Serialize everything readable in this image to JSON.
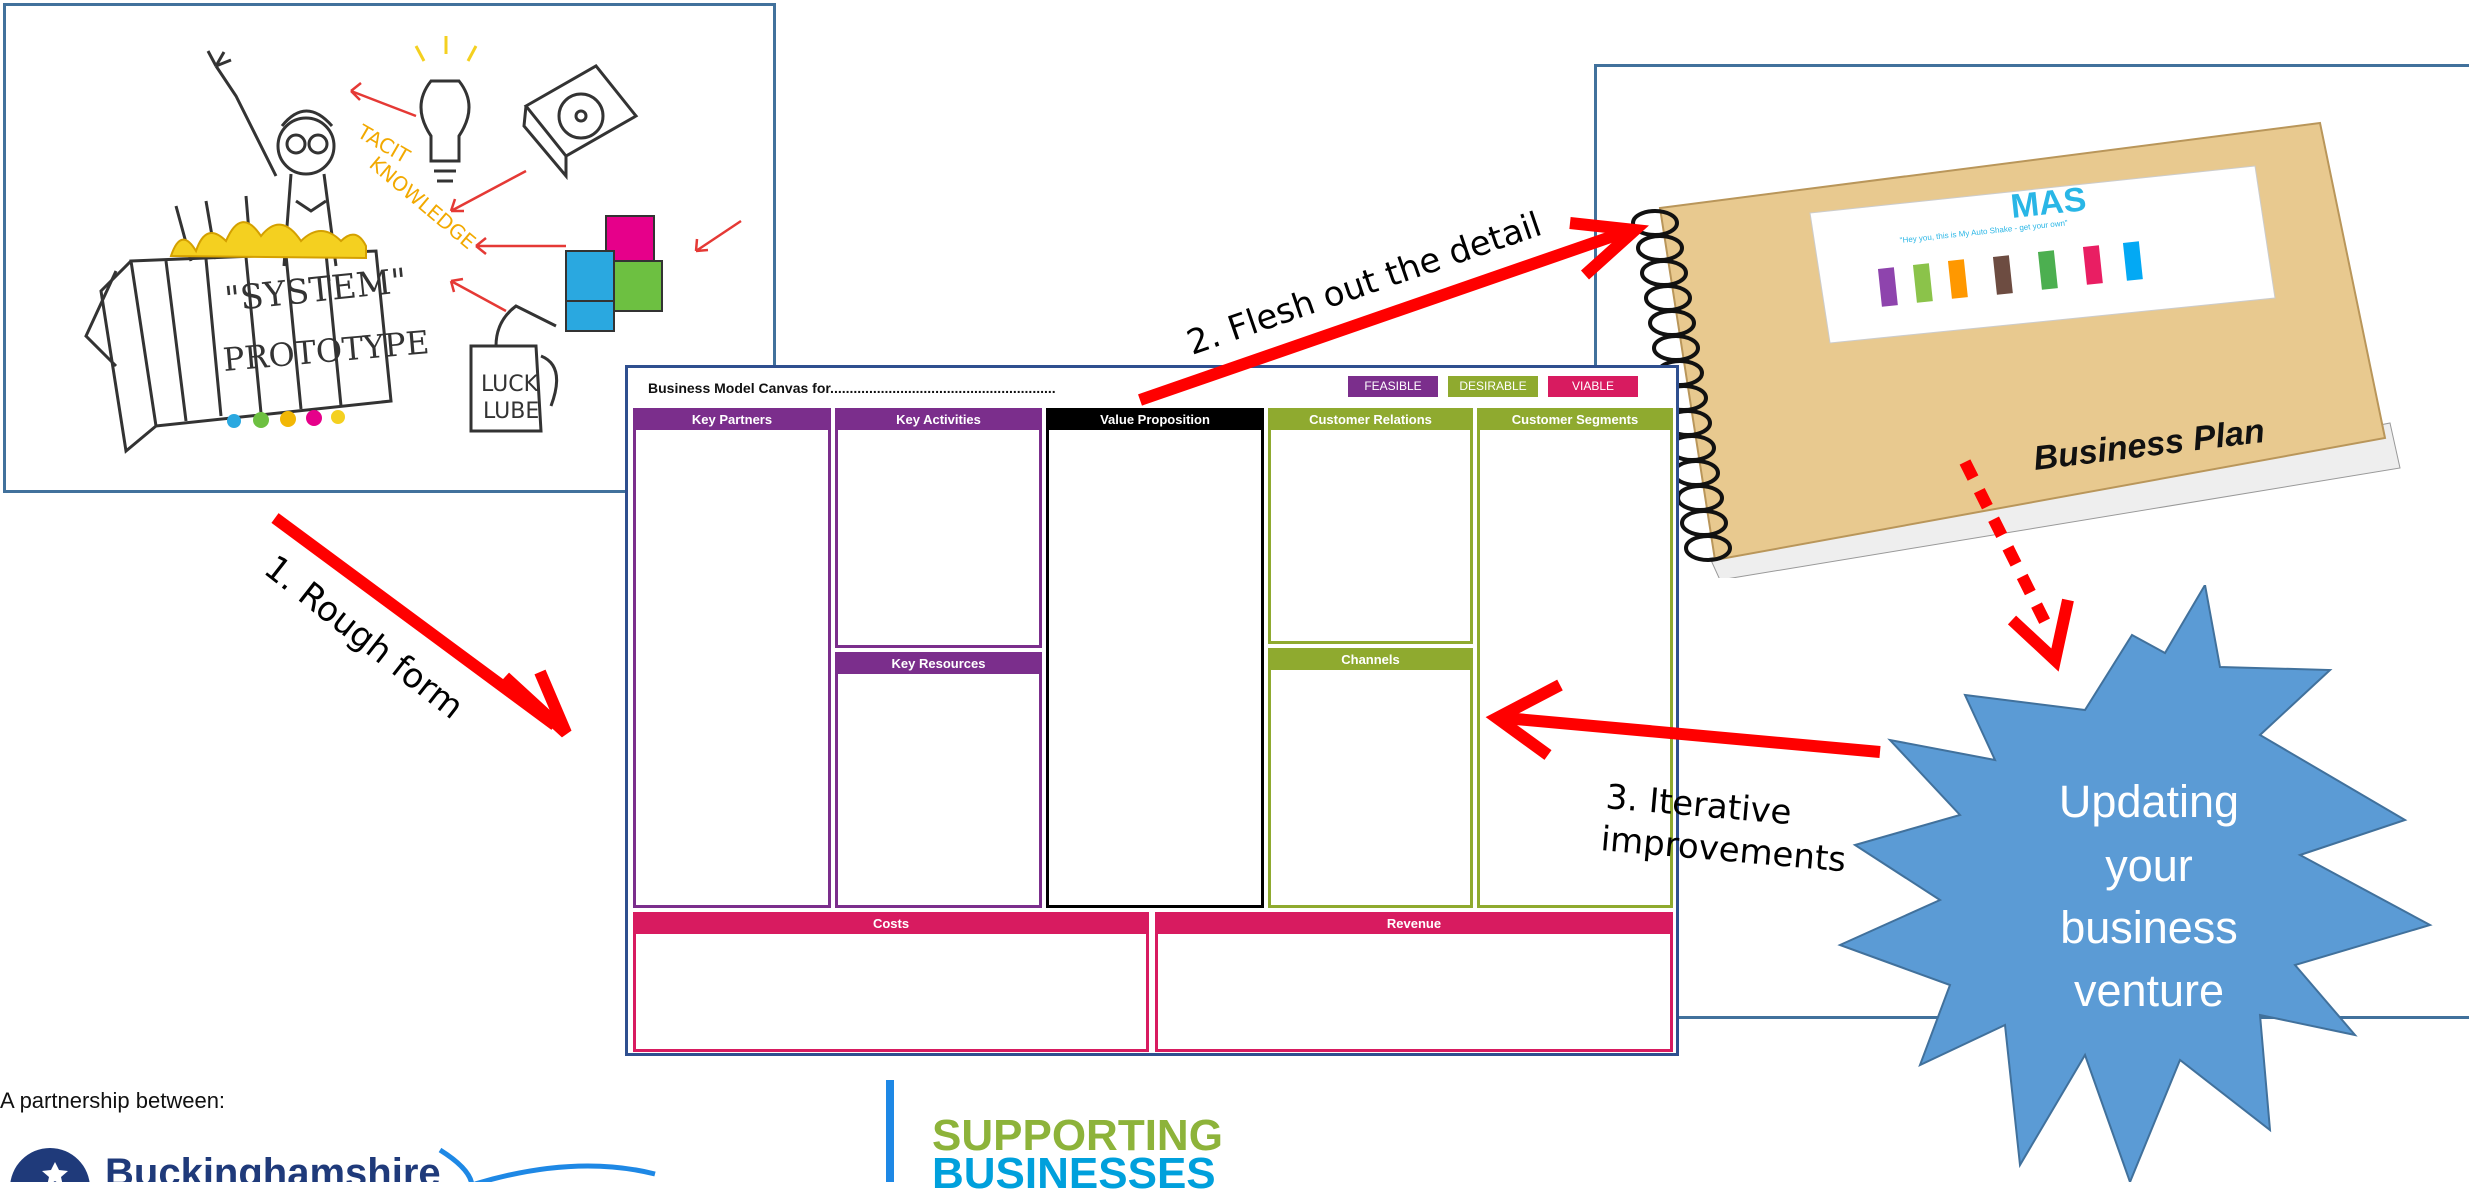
{
  "prototype_sketch": {
    "system_label": "\"SYSTEM\"",
    "prototype_label": "PROTOTYPE",
    "tacit_label": "TACIT",
    "knowledge_label": "KNOWLEDGE",
    "can_label_1": "LUCK",
    "can_label_2": "LUBE"
  },
  "canvas": {
    "title": "Business Model Canvas for..........................................................",
    "badges": [
      {
        "label": "FEASIBLE",
        "color": "#7b2e8c"
      },
      {
        "label": "DESIRABLE",
        "color": "#8faa2f"
      },
      {
        "label": "VIABLE",
        "color": "#d81b60"
      }
    ],
    "blocks": {
      "key_partners": "Key Partners",
      "key_activities": "Key Activities",
      "key_resources": "Key Resources",
      "value_proposition": "Value Proposition",
      "customer_relations": "Customer Relations",
      "channels": "Channels",
      "customer_segments": "Customer Segments",
      "costs": "Costs",
      "revenue": "Revenue"
    }
  },
  "arrows": {
    "step1": "1. Rough form",
    "step2": "2. Flesh out the detail",
    "step3_line1": "3. Iterative",
    "step3_line2": "improvements"
  },
  "business_plan": {
    "cover_title": "Business Plan",
    "label_logo": "MAS",
    "label_tagline": "\"Hey you, this is My Auto Shake - get your own\""
  },
  "starburst": {
    "line1": "Updating",
    "line2": "your",
    "line3": "business",
    "line4": "venture",
    "fill": "#5b9bd5"
  },
  "footer": {
    "partnership": "A partnership between:",
    "bucks": "Buckinghamshire",
    "supporting": "SUPPORTING",
    "businesses": "BUSINESSES"
  },
  "colors": {
    "arrow_red": "#ff0000",
    "frame_blue": "#41719c",
    "supporting_green": "#8db33a",
    "supporting_blue": "#00a0dc"
  }
}
